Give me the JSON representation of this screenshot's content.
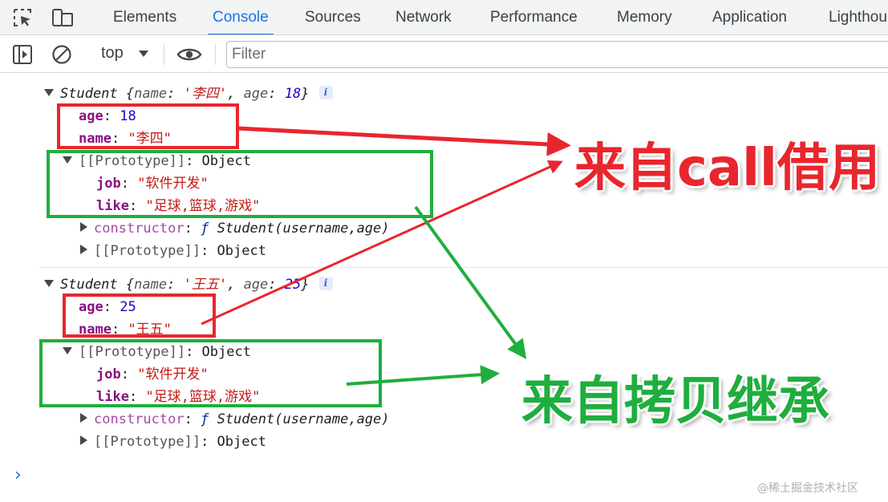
{
  "devtools": {
    "tabs": [
      {
        "label": "Elements",
        "active": false
      },
      {
        "label": "Console",
        "active": true
      },
      {
        "label": "Sources",
        "active": false
      },
      {
        "label": "Network",
        "active": false
      },
      {
        "label": "Performance",
        "active": false
      },
      {
        "label": "Memory",
        "active": false
      },
      {
        "label": "Application",
        "active": false
      },
      {
        "label": "Lighthou",
        "active": false
      }
    ],
    "icons": [
      "inspect-element-icon",
      "device-toolbar-icon"
    ],
    "accent_color": "#1a73e8"
  },
  "toolbar": {
    "icons": [
      "sidebar-toggle-icon",
      "clear-console-icon",
      "dropdown-caret-icon",
      "eye-icon"
    ],
    "context": "top",
    "filter_placeholder": "Filter",
    "filter_value": ""
  },
  "console": {
    "objects": [
      {
        "header": {
          "class_name": "Student",
          "preview_open": "{",
          "k1": "name",
          "colon": ": ",
          "v1": "'李四'",
          "comma": ", ",
          "k2": "age",
          "v2": "18",
          "preview_close": "}",
          "info_icon": "i"
        },
        "props": [
          {
            "key": "age",
            "colon": ": ",
            "value": "18"
          },
          {
            "key": "name",
            "colon": ": ",
            "value": "\"李四\""
          }
        ],
        "prototype": {
          "label": "[[Prototype]]",
          "colon": ": ",
          "value": "Object",
          "props": [
            {
              "key": "job",
              "colon": ": ",
              "value": "\"软件开发\""
            },
            {
              "key": "like",
              "colon": ": ",
              "value": "\"足球,篮球,游戏\""
            }
          ],
          "constructor": {
            "key": "constructor",
            "colon": ": ",
            "f": "ƒ",
            "sig": "Student(username,age)"
          },
          "nested": {
            "label": "[[Prototype]]",
            "colon": ": ",
            "value": "Object"
          }
        }
      },
      {
        "header": {
          "class_name": "Student",
          "preview_open": "{",
          "k1": "name",
          "colon": ": ",
          "v1": "'王五'",
          "comma": ", ",
          "k2": "age",
          "v2": "25",
          "preview_close": "}",
          "info_icon": "i"
        },
        "props": [
          {
            "key": "age",
            "colon": ": ",
            "value": "25"
          },
          {
            "key": "name",
            "colon": ": ",
            "value": "\"王五\""
          }
        ],
        "prototype": {
          "label": "[[Prototype]]",
          "colon": ": ",
          "value": "Object",
          "props": [
            {
              "key": "job",
              "colon": ": ",
              "value": "\"软件开发\""
            },
            {
              "key": "like",
              "colon": ": ",
              "value": "\"足球,篮球,游戏\""
            }
          ],
          "constructor": {
            "key": "constructor",
            "colon": ": ",
            "f": "ƒ",
            "sig": "Student(username,age)"
          },
          "nested": {
            "label": "[[Prototype]]",
            "colon": ": ",
            "value": "Object"
          }
        }
      }
    ],
    "prompt": "›"
  },
  "annotations": {
    "red_label": "来自call借用",
    "green_label": "来自拷贝继承",
    "red_color": "#e8262e",
    "green_color": "#1fae3e"
  },
  "watermark": "@稀土掘金技术社区"
}
